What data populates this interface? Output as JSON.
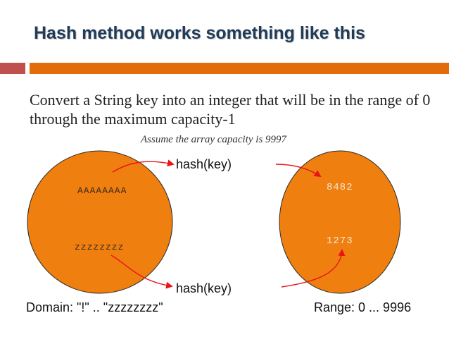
{
  "slide": {
    "title": "Hash method works something like this",
    "body": "Convert a String key into an integer that will be in the range of 0 through the maximum capacity-1",
    "note": "Assume the array capacity is 9997"
  },
  "diagram": {
    "hash_label_top": "hash(key)",
    "hash_label_bottom": "hash(key)",
    "domain": {
      "key_top": "AAAAAAAA",
      "key_bottom": "zzzzzzzz",
      "label": "Domain: \"!\" .. \"zzzzzzzz\""
    },
    "range": {
      "value_top": "8482",
      "value_bottom": "1273",
      "label": "Range: 0 ... 9996"
    }
  },
  "colors": {
    "circle_fill": "#ef7f0f",
    "arrow": "#e8141b",
    "title": "#1f3b57",
    "bar_red": "#c0504d",
    "bar_orange": "#e36c0a"
  }
}
